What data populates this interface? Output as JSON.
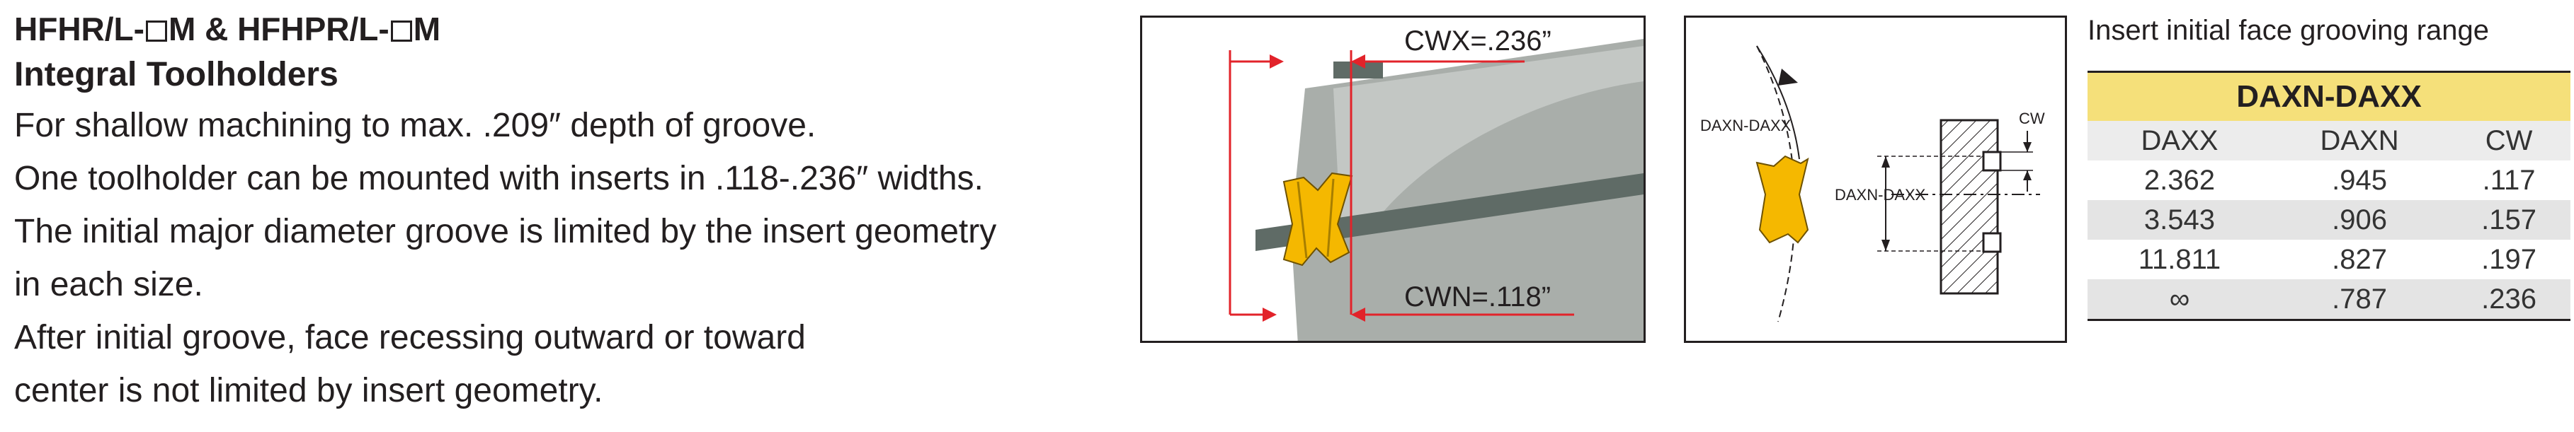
{
  "heading": {
    "line1_a": "HFHR/L-",
    "line1_b": "M & HFHPR/L-",
    "line1_c": "M",
    "line2": "Integral Toolholders"
  },
  "description": [
    "For shallow machining to max. .209″ depth of groove.",
    "One toolholder can be mounted with inserts in .118-.236″ widths.",
    "The initial major diameter groove is limited by the insert geometry",
    "in each size.",
    "After initial groove, face recessing outward or toward",
    "center is not limited by insert geometry."
  ],
  "figure1": {
    "cwx_label": "CWX=.236”",
    "cwn_label": "CWN=.118”",
    "colors": {
      "body": "#a9aeaa",
      "body_dark": "#7e8581",
      "shank": "#5f6b66",
      "insert": "#f5b800",
      "arrow": "#e2232a"
    }
  },
  "figure2": {
    "daxn_daxx_label_top": "DAXN-DAXX",
    "daxn_daxx_label_side": "DAXN-DAXX",
    "cw_label": "CW",
    "colors": {
      "insert": "#f5b800",
      "hatch": "#231f20"
    }
  },
  "range_table": {
    "title": "Insert initial face grooving range",
    "group_header": "DAXN-DAXX",
    "columns": [
      "DAXX",
      "DAXN",
      "CW"
    ],
    "rows": [
      [
        "2.362",
        ".945",
        ".117"
      ],
      [
        "3.543",
        ".906",
        ".157"
      ],
      [
        "11.811",
        ".827",
        ".197"
      ],
      [
        "∞",
        ".787",
        ".236"
      ]
    ],
    "colors": {
      "header_bg": "#f5e07a",
      "row_alt": "#e4e4e4"
    }
  }
}
